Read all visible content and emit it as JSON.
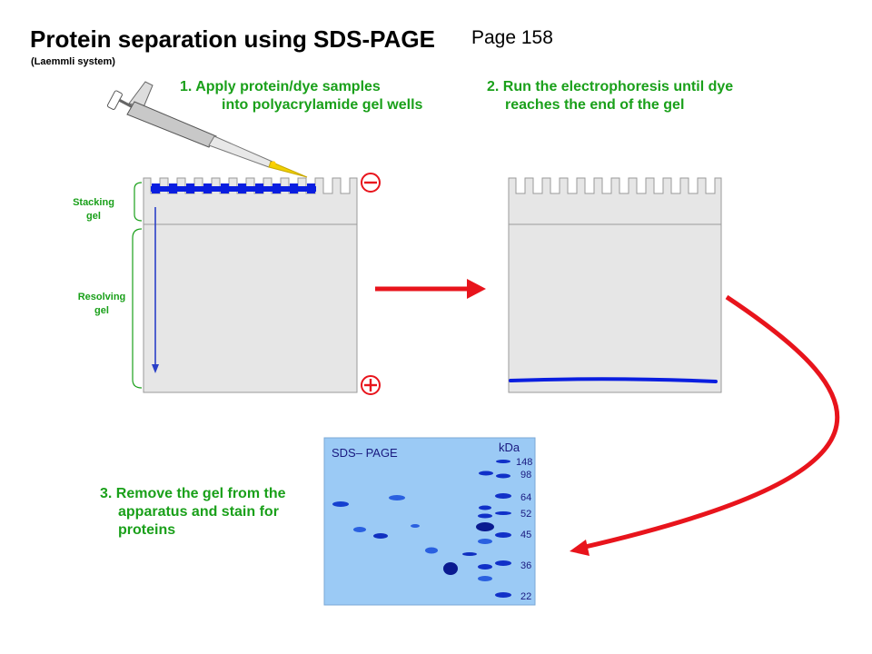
{
  "header": {
    "title": "Protein separation using SDS-PAGE",
    "subtitle": "(Laemmli system)",
    "page": "Page 158"
  },
  "steps": {
    "step1": {
      "line1": "1. Apply protein/dye samples",
      "line2": "into polyacrylamide gel wells"
    },
    "step2": {
      "line1": "2. Run the electrophoresis until dye",
      "line2": "reaches the end of the gel"
    },
    "step3": {
      "line1": "3. Remove the gel from the",
      "line2": "apparatus and stain for",
      "line3": "proteins"
    }
  },
  "gel_labels": {
    "stacking_line1": "Stacking",
    "stacking_line2": "gel",
    "resolving_line1": "Resolving",
    "resolving_line2": "gel"
  },
  "stained_gel": {
    "title": "SDS– PAGE",
    "unit": "kDa",
    "markers": [
      "148",
      "98",
      "64",
      "52",
      "45",
      "36",
      "22"
    ]
  },
  "colors": {
    "step_text": "#1aa01a",
    "arrow": "#e8141c",
    "dye": "#0a1ee0",
    "gel": "#e6e6e6",
    "stained_gel_bg": "#9bcaf5"
  }
}
